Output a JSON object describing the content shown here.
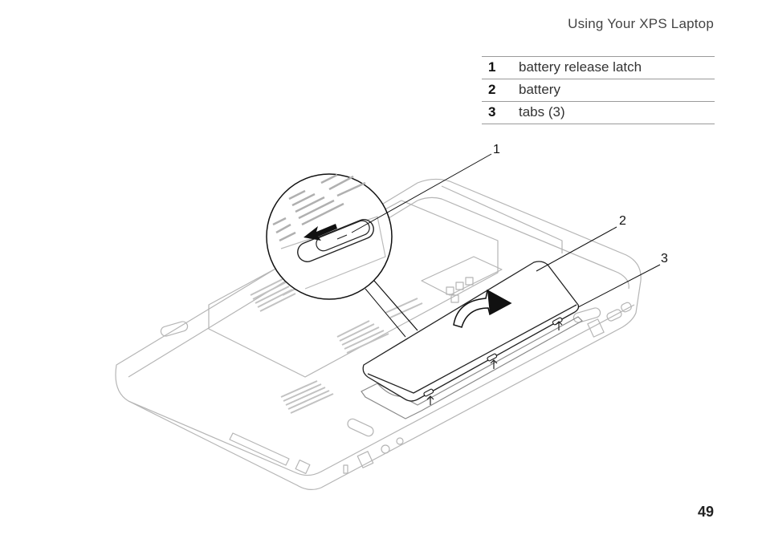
{
  "header": {
    "title": "Using Your XPS Laptop"
  },
  "legend": [
    {
      "num": "1",
      "label": "battery release latch"
    },
    {
      "num": "2",
      "label": "battery"
    },
    {
      "num": "3",
      "label": "tabs (3)"
    }
  ],
  "callouts": [
    "1",
    "2",
    "3"
  ],
  "page_number": "49"
}
